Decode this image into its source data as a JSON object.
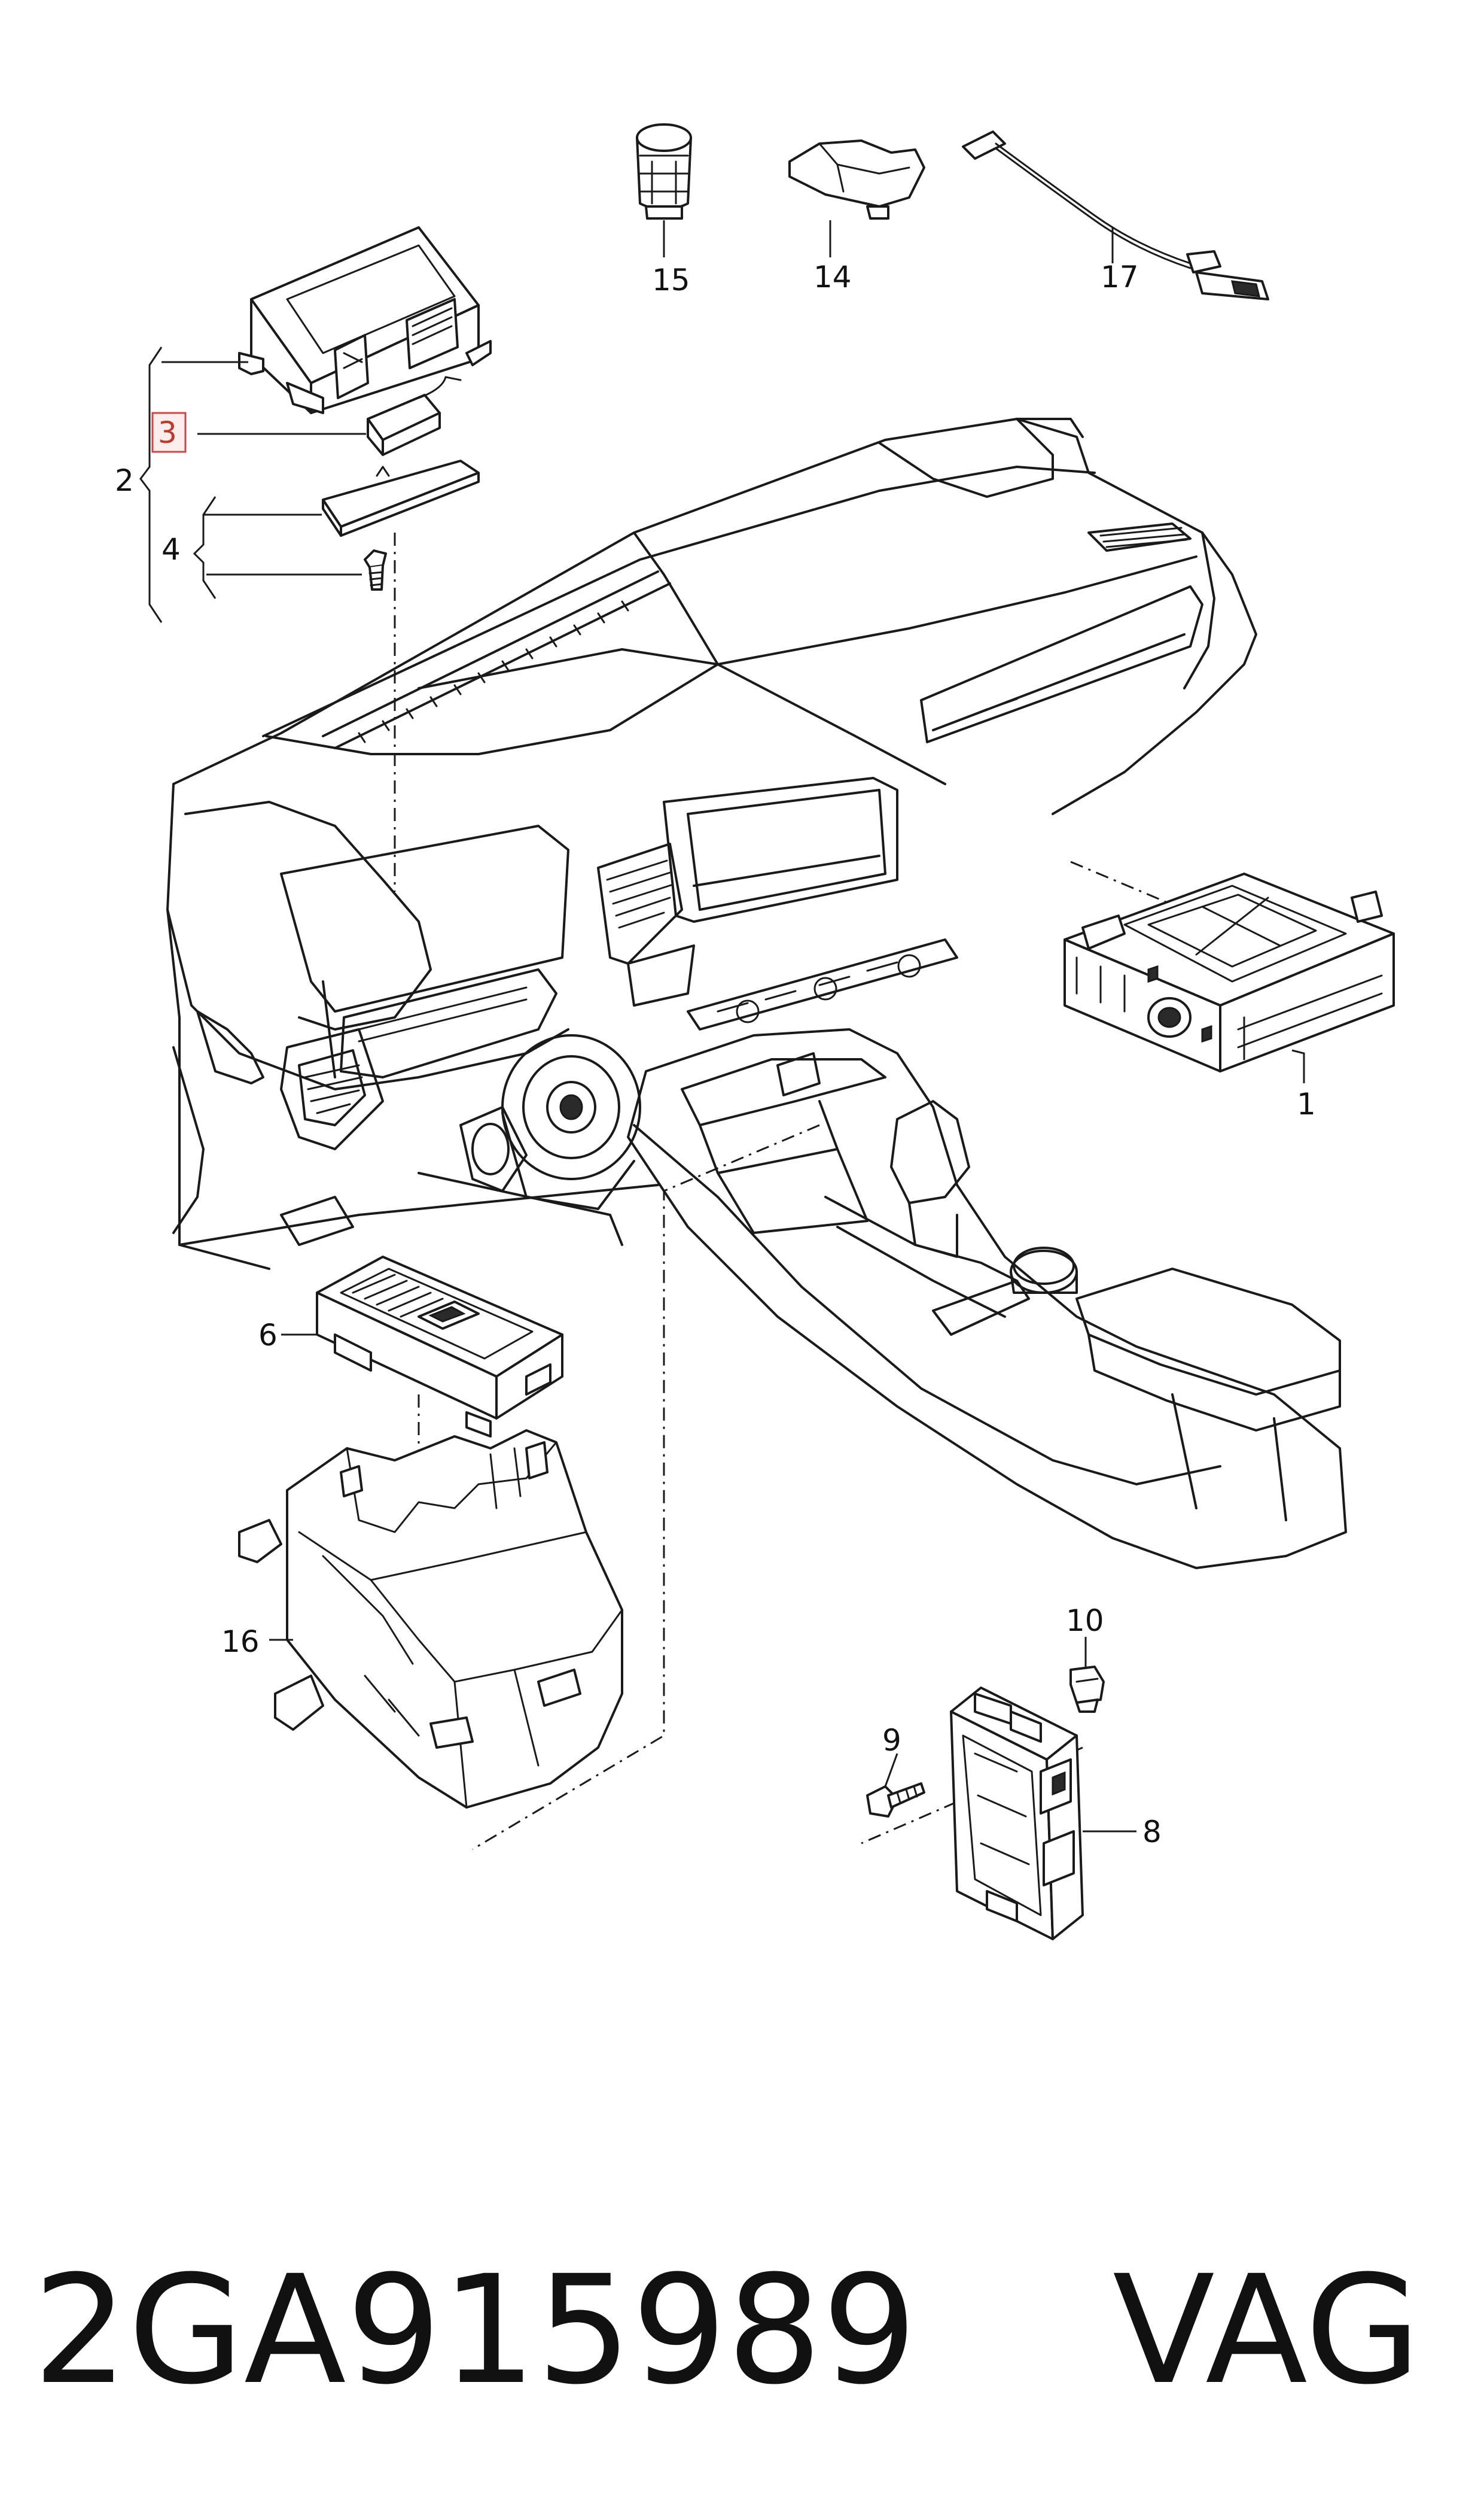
{
  "callouts": {
    "c1": "1",
    "c2": "2",
    "c3": "3",
    "c4": "4",
    "c6": "6",
    "c8": "8",
    "c9": "9",
    "c10": "10",
    "c14": "14",
    "c15": "15",
    "c16": "16",
    "c17": "17"
  },
  "highlighted_callout": "3",
  "footer": {
    "part_number": "2GA915989",
    "brand": "VAG"
  },
  "colors": {
    "line": "#1a1a1a",
    "highlight": "#d04646",
    "background": "#ffffff"
  }
}
